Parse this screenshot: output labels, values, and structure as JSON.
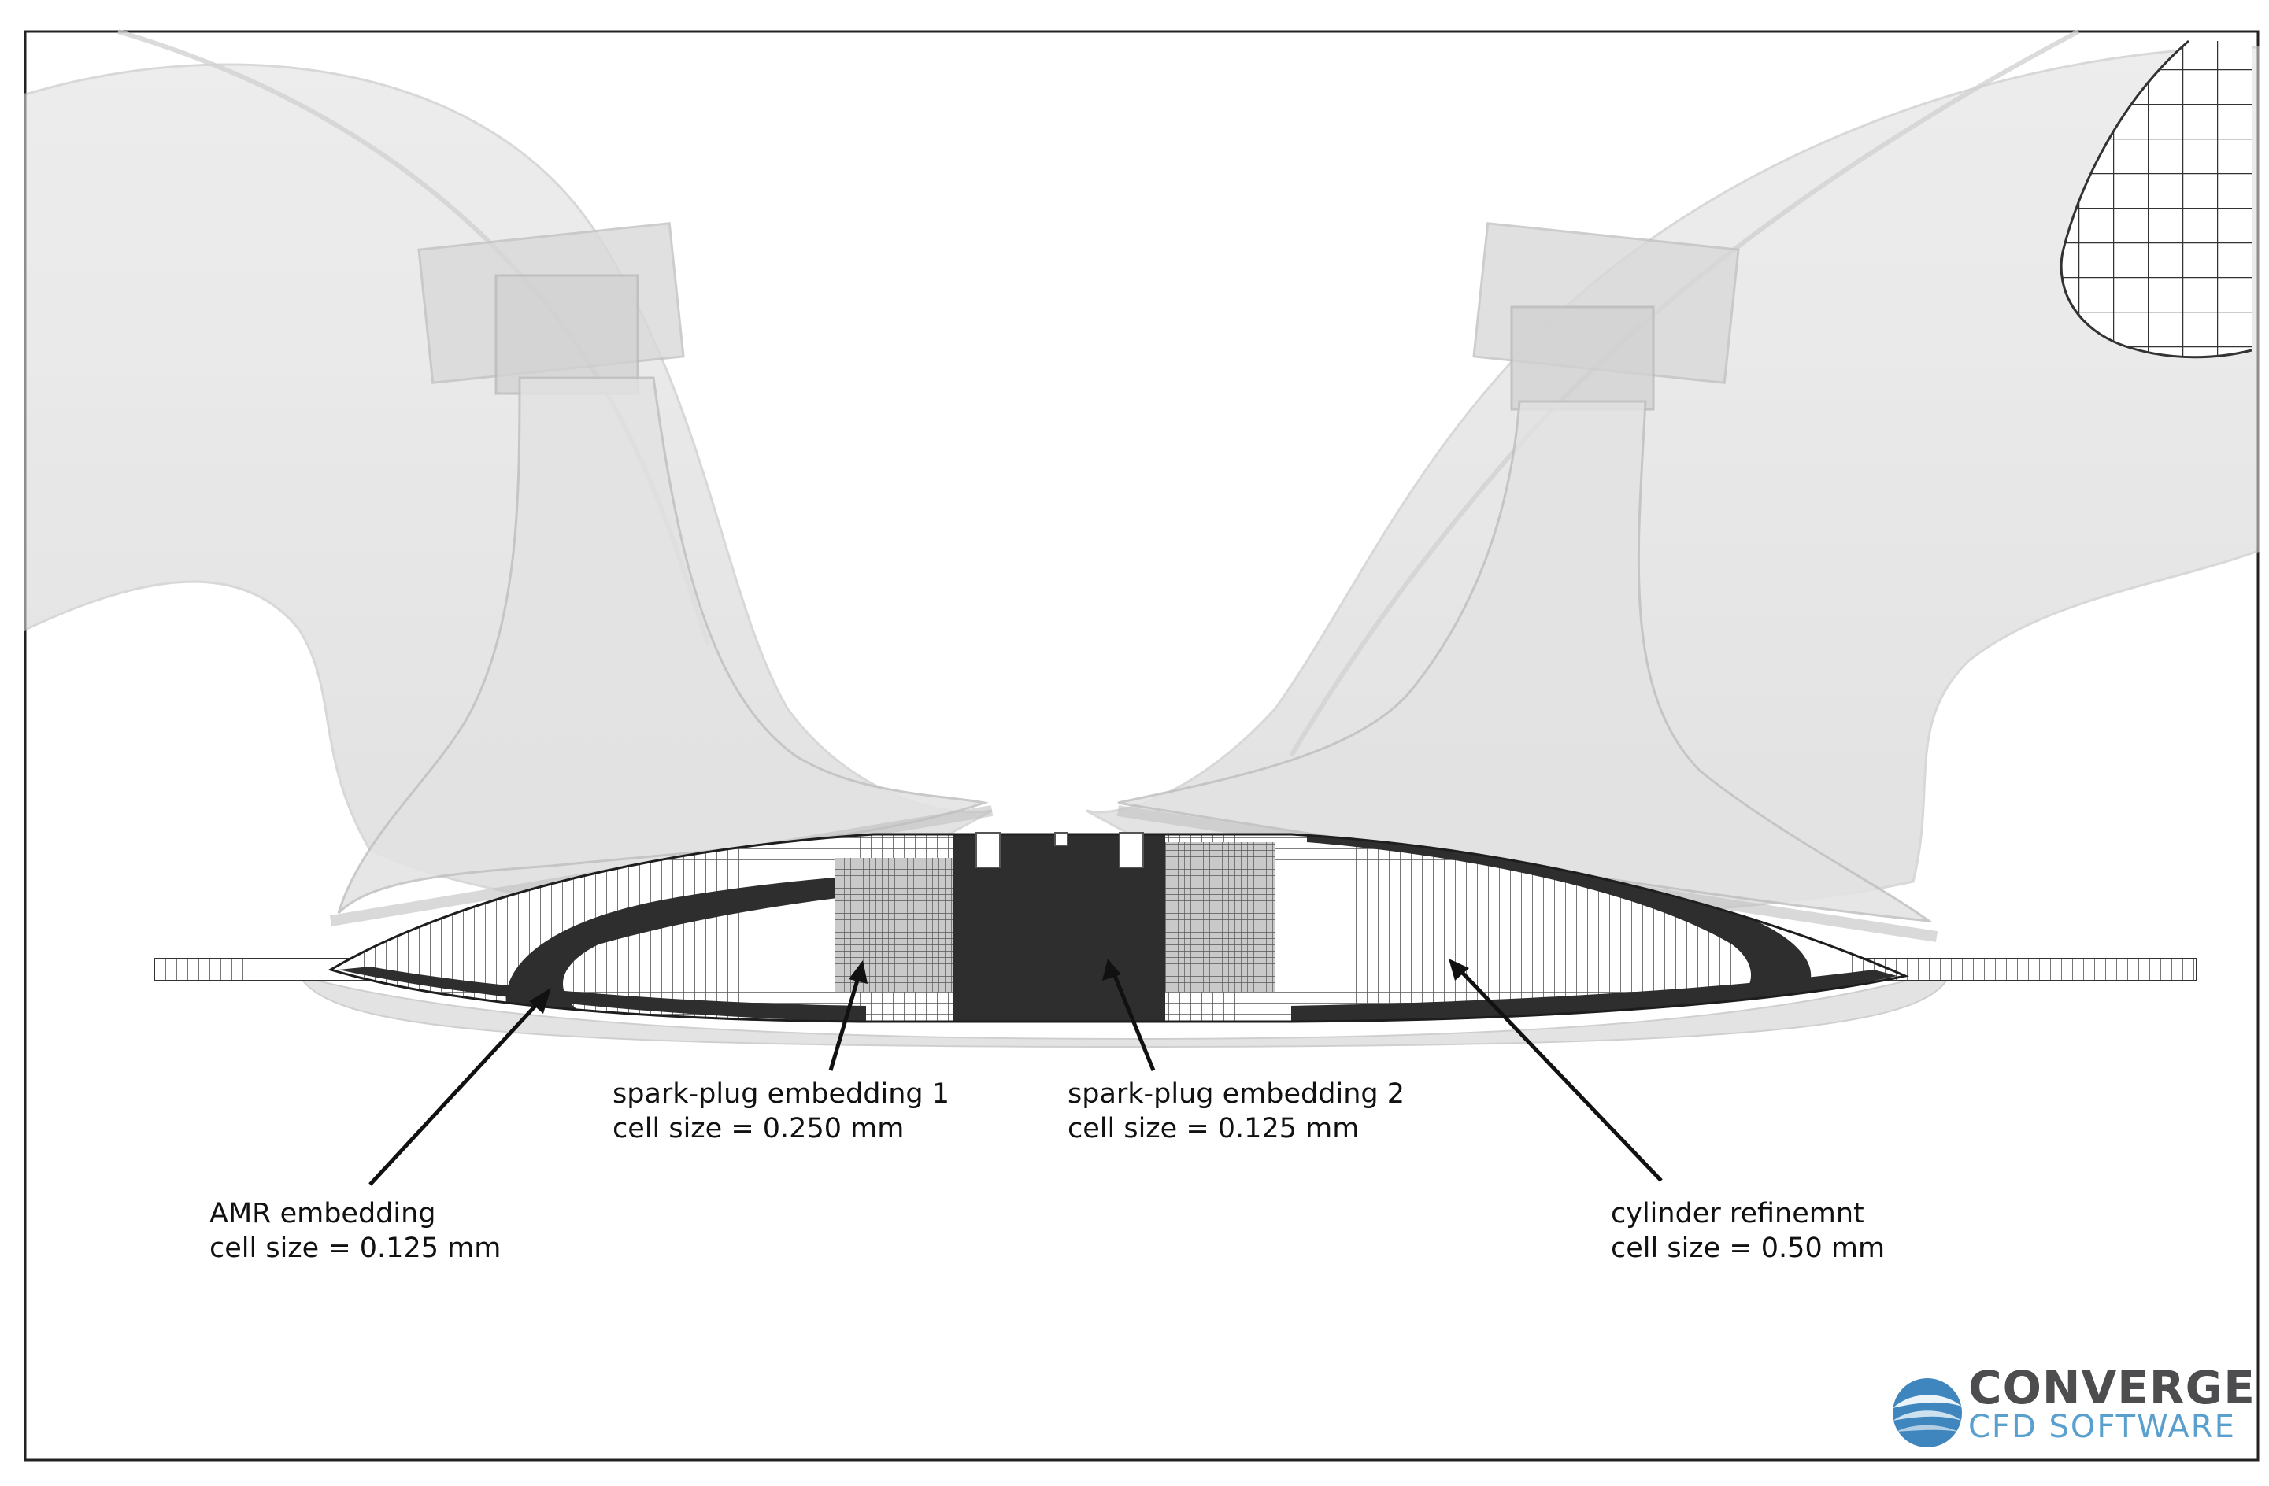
{
  "annotations": [
    {
      "id": "amr",
      "line1": "AMR embedding",
      "line2": "cell size = 0.125 mm"
    },
    {
      "id": "spark1",
      "line1": "spark-plug embedding 1",
      "line2": "cell size = 0.250 mm"
    },
    {
      "id": "spark2",
      "line1": "spark-plug embedding 2",
      "line2": "cell size = 0.125 mm"
    },
    {
      "id": "cylinder",
      "line1": "cylinder refinemnt",
      "line2": "cell size = 0.50 mm"
    }
  ],
  "logo": {
    "word1": "CONVERGE",
    "word2": "CFD SOFTWARE"
  },
  "colors": {
    "mesh_dark": "#2e2e2e",
    "ghost_geometry": "#d9d9d9",
    "logo_blue": "#3f86be",
    "logo_gray": "#4d4d4f"
  },
  "icons": {
    "logo_mark": "converge-swirl-icon"
  }
}
